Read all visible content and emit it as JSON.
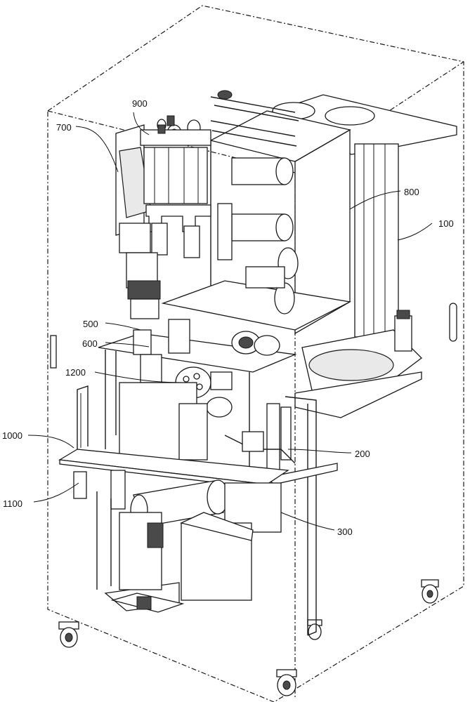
{
  "labels": {
    "l100": "100",
    "l200": "200",
    "l300": "300",
    "l500": "500",
    "l600": "600",
    "l700": "700",
    "l800": "800",
    "l900": "900",
    "l1000": "1000",
    "l1100": "1100",
    "l1200": "1200"
  }
}
